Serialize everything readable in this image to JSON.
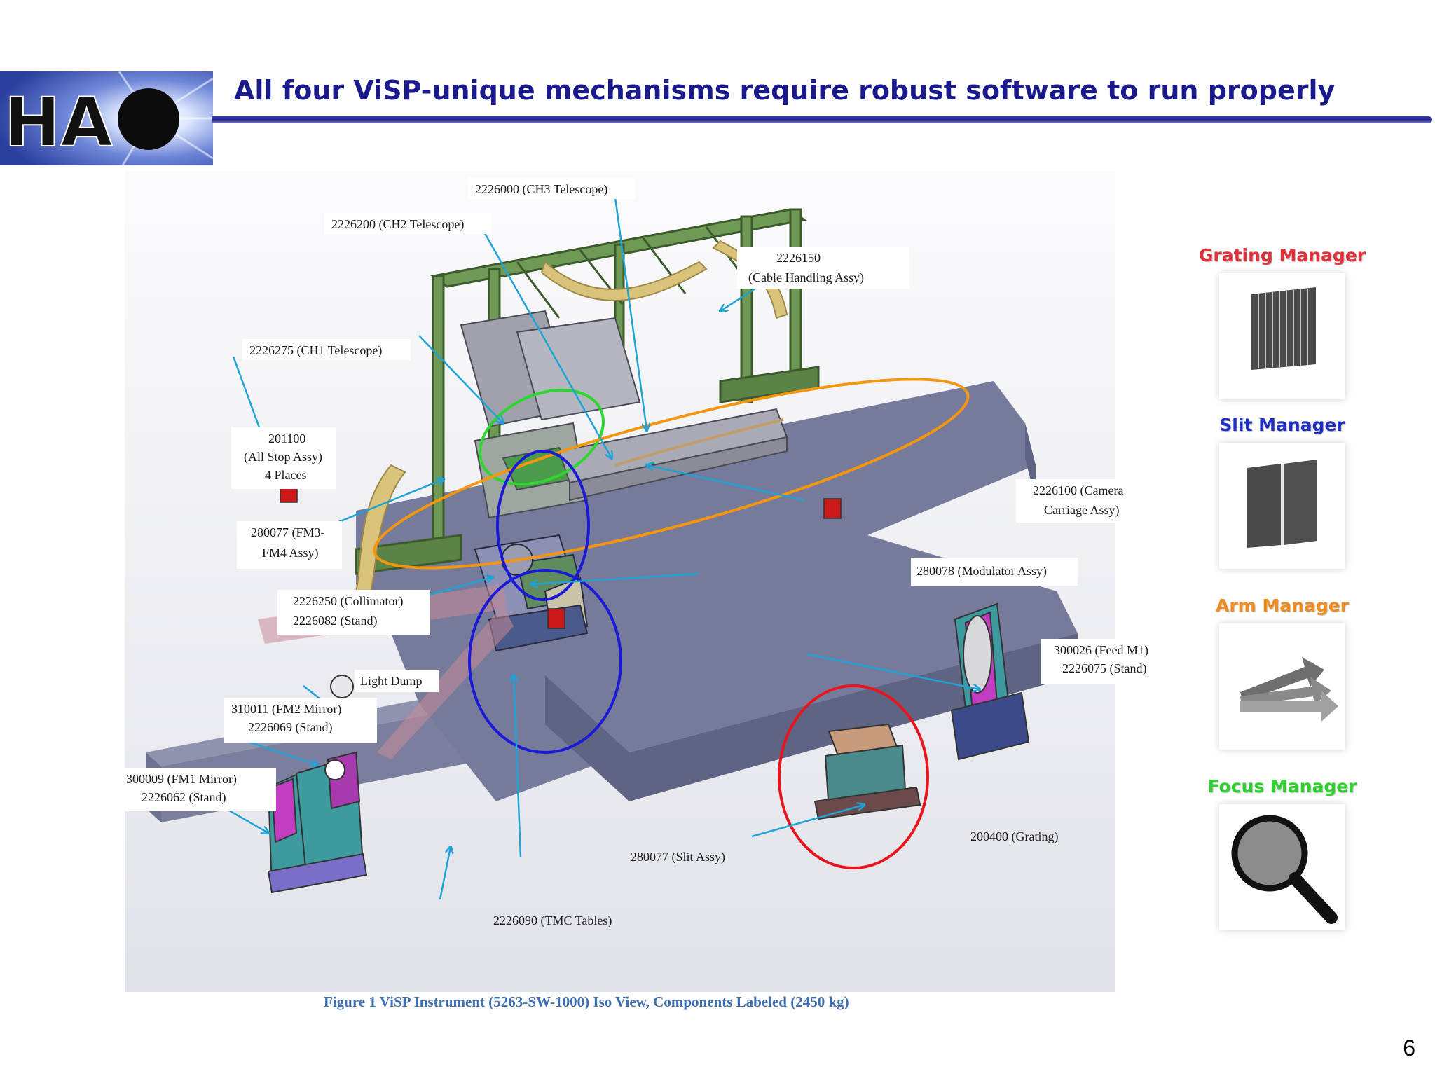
{
  "slide": {
    "title": "All four ViSP-unique mechanisms require robust software to run properly",
    "page_number": "6"
  },
  "logo": {
    "text": "HA",
    "icon": "sun-disc-icon"
  },
  "figure": {
    "caption": "Figure 1  ViSP Instrument (5263-SW-1000) Iso View, Components Labeled  (2450 kg)",
    "labels": {
      "ch3_telescope": "2226000 (CH3 Telescope)",
      "ch2_telescope": "2226200 (CH2 Telescope)",
      "cable_handling_1": "2226150",
      "cable_handling_2": "(Cable Handling Assy)",
      "ch1_telescope": "2226275 (CH1 Telescope)",
      "all_stop_1": "201100",
      "all_stop_2": "(All Stop Assy)",
      "all_stop_3": "4 Places",
      "camera_carriage_1": "2226100 (Camera",
      "camera_carriage_2": "Carriage Assy)",
      "fm3_fm4_1": "280077 (FM3-",
      "fm3_fm4_2": "FM4 Assy)",
      "modulator": "280078 (Modulator Assy)",
      "collimator_1": "2226250 (Collimator)",
      "collimator_2": "2226082 (Stand)",
      "feed_m1_1": "300026 (Feed M1)",
      "feed_m1_2": "2226075 (Stand)",
      "light_dump": "Light Dump",
      "fm2_mirror_1": "310011 (FM2 Mirror)",
      "fm2_mirror_2": "2226069 (Stand)",
      "fm1_mirror_1": "300009 (FM1 Mirror)",
      "fm1_mirror_2": "2226062 (Stand)",
      "grating": "200400 (Grating)",
      "slit": "280077 (Slit Assy)",
      "tmc_tables": "2226090 (TMC Tables)"
    }
  },
  "managers": [
    {
      "title": "Grating Manager",
      "color": "#e0303a",
      "icon": "grating-icon"
    },
    {
      "title": "Slit Manager",
      "color": "#1f2fc4",
      "icon": "slit-icon"
    },
    {
      "title": "Arm Manager",
      "color": "#f08c1e",
      "icon": "arm-icon"
    },
    {
      "title": "Focus Manager",
      "color": "#2ed12e",
      "icon": "magnifier-icon"
    }
  ],
  "colors": {
    "title": "#1a1a8c",
    "caption": "#3d6fb3",
    "circle_grating": "#e8141e",
    "circle_slit": "#1a1ad6",
    "circle_arm": "#f5960f",
    "circle_focus": "#2fd62f",
    "callout_line": "#1fa3d6"
  }
}
